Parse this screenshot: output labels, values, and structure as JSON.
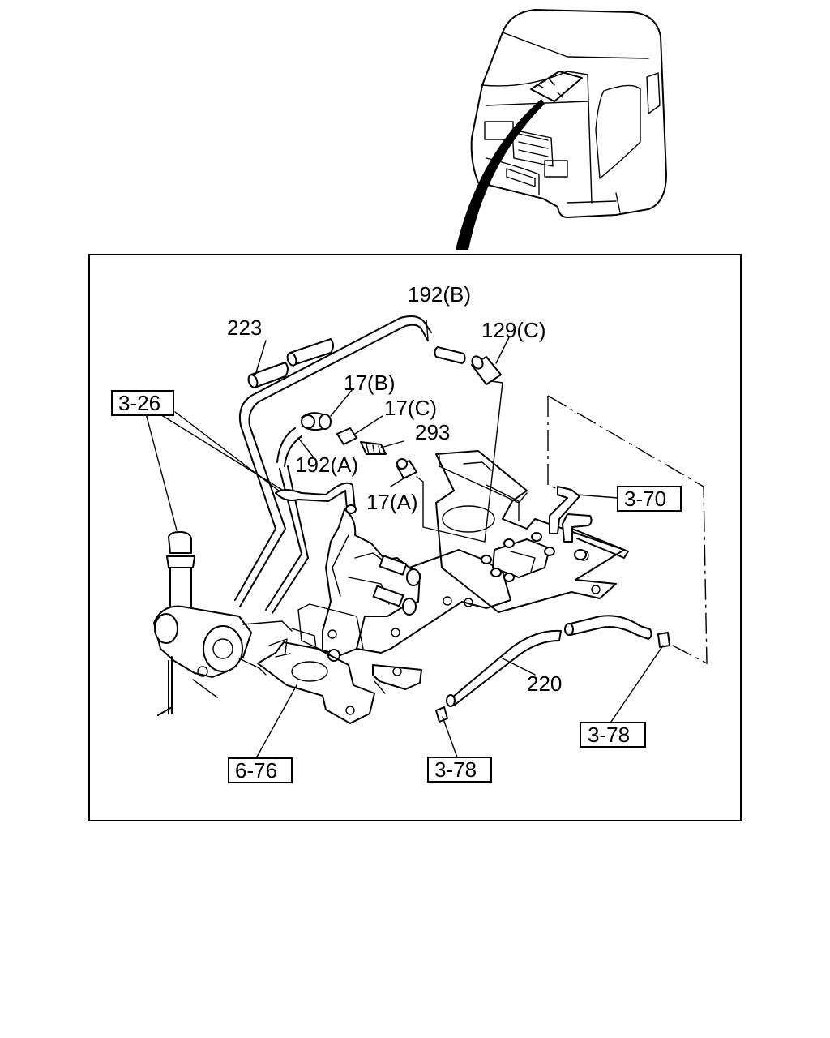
{
  "part_labels": [
    {
      "id": "223",
      "text": "223"
    },
    {
      "id": "192b",
      "text": "192(B)"
    },
    {
      "id": "129c",
      "text": "129(C)"
    },
    {
      "id": "17b",
      "text": "17(B)"
    },
    {
      "id": "17c",
      "text": "17(C)"
    },
    {
      "id": "293",
      "text": "293"
    },
    {
      "id": "192a",
      "text": "192(A)"
    },
    {
      "id": "17a",
      "text": "17(A)"
    },
    {
      "id": "220",
      "text": "220"
    }
  ],
  "reference_labels": [
    {
      "id": "ref-3-26",
      "text": "3-26"
    },
    {
      "id": "ref-3-70",
      "text": "3-70"
    },
    {
      "id": "ref-3-78-right",
      "text": "3-78"
    },
    {
      "id": "ref-3-78-bottom",
      "text": "3-78"
    },
    {
      "id": "ref-6-76",
      "text": "6-76"
    }
  ],
  "colors": {
    "line": "#000000",
    "background": "#ffffff"
  }
}
